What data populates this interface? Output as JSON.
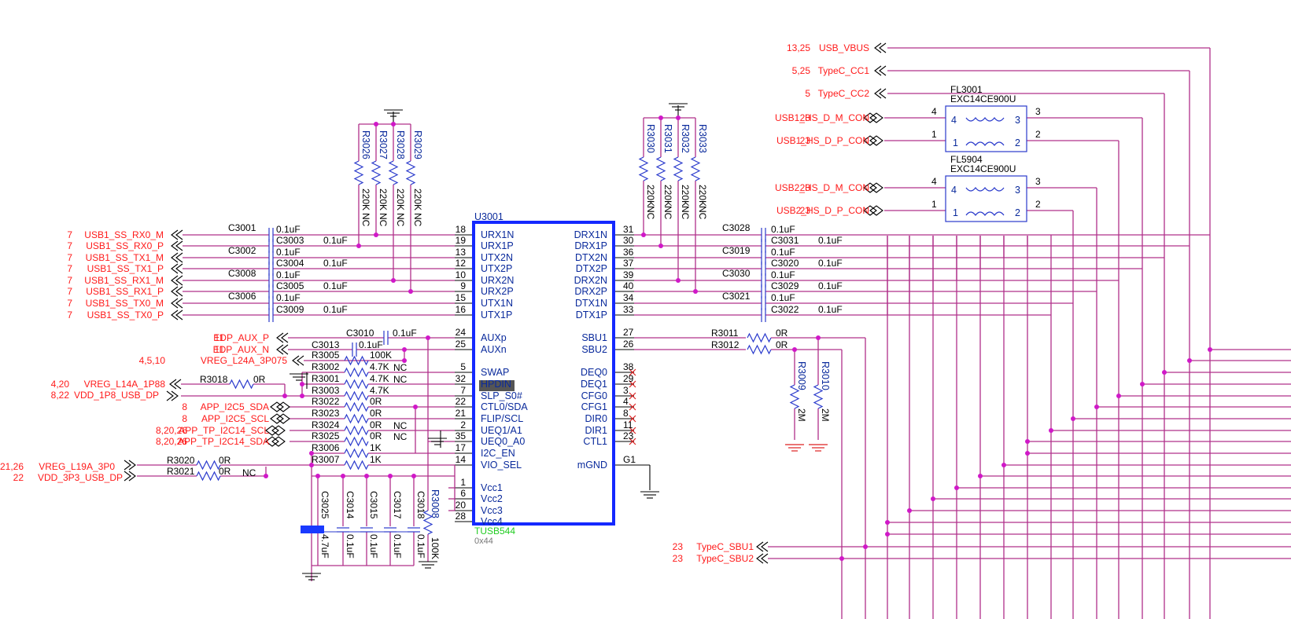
{
  "ic": {
    "ref": "U3001",
    "part": "TUSB544",
    "addr": "0x44",
    "left_pins": [
      {
        "name": "URX1N",
        "num": "18"
      },
      {
        "name": "URX1P",
        "num": "19"
      },
      {
        "name": "UTX2N",
        "num": "13"
      },
      {
        "name": "UTX2P",
        "num": "12"
      },
      {
        "name": "URX2N",
        "num": "10"
      },
      {
        "name": "URX2P",
        "num": "9"
      },
      {
        "name": "UTX1N",
        "num": "15"
      },
      {
        "name": "UTX1P",
        "num": "16"
      },
      {
        "name": "AUXp",
        "num": "24"
      },
      {
        "name": "AUXn",
        "num": "25"
      },
      {
        "name": "SWAP",
        "num": "5"
      },
      {
        "name": "HPDIN",
        "num": "32"
      },
      {
        "name": "SLP_S0#",
        "num": "7"
      },
      {
        "name": "CTL0/SDA",
        "num": "22"
      },
      {
        "name": "FLIP/SCL",
        "num": "21"
      },
      {
        "name": "UEQ1/A1",
        "num": "2"
      },
      {
        "name": "UEQ0_A0",
        "num": "35"
      },
      {
        "name": "I2C_EN",
        "num": "17"
      },
      {
        "name": "VIO_SEL",
        "num": "14"
      },
      {
        "name": "Vcc1",
        "num": "1"
      },
      {
        "name": "Vcc2",
        "num": "6"
      },
      {
        "name": "Vcc3",
        "num": "20"
      },
      {
        "name": "Vcc4",
        "num": "28"
      }
    ],
    "right_pins": [
      {
        "name": "DRX1N",
        "num": "31"
      },
      {
        "name": "DRX1P",
        "num": "30"
      },
      {
        "name": "DTX2N",
        "num": "36"
      },
      {
        "name": "DTX2P",
        "num": "37"
      },
      {
        "name": "DRX2N",
        "num": "39"
      },
      {
        "name": "DRX2P",
        "num": "40"
      },
      {
        "name": "DTX1N",
        "num": "34"
      },
      {
        "name": "DTX1P",
        "num": "33"
      },
      {
        "name": "SBU1",
        "num": "27"
      },
      {
        "name": "SBU2",
        "num": "26"
      },
      {
        "name": "DEQ0",
        "num": "38"
      },
      {
        "name": "DEQ1",
        "num": "29"
      },
      {
        "name": "CFG0",
        "num": "3"
      },
      {
        "name": "CFG1",
        "num": "4"
      },
      {
        "name": "DIR0",
        "num": "8"
      },
      {
        "name": "DIR1",
        "num": "11"
      },
      {
        "name": "CTL1",
        "num": "23"
      },
      {
        "name": "mGND",
        "num": "G1"
      }
    ]
  },
  "left_ports": [
    {
      "page": "7",
      "name": "USB1_SS_RX0_M"
    },
    {
      "page": "7",
      "name": "USB1_SS_RX0_P"
    },
    {
      "page": "7",
      "name": "USB1_SS_TX1_M"
    },
    {
      "page": "7",
      "name": "USB1_SS_TX1_P"
    },
    {
      "page": "7",
      "name": "USB1_SS_RX1_M"
    },
    {
      "page": "7",
      "name": "USB1_SS_RX1_P"
    },
    {
      "page": "7",
      "name": "USB1_SS_TX0_M"
    },
    {
      "page": "7",
      "name": "USB1_SS_TX0_P"
    },
    {
      "page": "11",
      "name": "EDP_AUX_P"
    },
    {
      "page": "11",
      "name": "EDP_AUX_N"
    },
    {
      "page": "4,5,10",
      "name": "VREG_L24A_3P075"
    },
    {
      "page": "4,20",
      "name": "VREG_L14A_1P88"
    },
    {
      "page": "8,22",
      "name": "VDD_1P8_USB_DP"
    },
    {
      "page": "8",
      "name": "APP_I2C5_SDA"
    },
    {
      "page": "8",
      "name": "APP_I2C5_SCL"
    },
    {
      "page": "8,20,26",
      "name": "APP_TP_I2C14_SCL"
    },
    {
      "page": "8,20,26",
      "name": "APP_TP_I2C14_SDA"
    },
    {
      "page": "21,26",
      "name": "VREG_L19A_3P0"
    },
    {
      "page": "22",
      "name": "VDD_3P3_USB_DP"
    }
  ],
  "right_ports": [
    {
      "page": "13,25",
      "name": "USB_VBUS"
    },
    {
      "page": "5,25",
      "name": "TypeC_CC1"
    },
    {
      "page": "5",
      "name": "TypeC_CC2"
    },
    {
      "page": "23",
      "name": "USB1_HS_D_M_CON"
    },
    {
      "page": "23",
      "name": "USB1_HS_D_P_CON"
    },
    {
      "page": "23",
      "name": "USB2_HS_D_M_CON"
    },
    {
      "page": "23",
      "name": "USB2_HS_D_P_CON"
    },
    {
      "page": "23",
      "name": "TypeC_SBU1"
    },
    {
      "page": "23",
      "name": "TypeC_SBU2"
    }
  ],
  "caps_left": [
    {
      "ref": "C3001",
      "val": "0.1uF"
    },
    {
      "ref": "C3003",
      "val": "0.1uF"
    },
    {
      "ref": "C3002",
      "val": "0.1uF"
    },
    {
      "ref": "C3004",
      "val": "0.1uF"
    },
    {
      "ref": "C3008",
      "val": "0.1uF"
    },
    {
      "ref": "C3005",
      "val": "0.1uF"
    },
    {
      "ref": "C3006",
      "val": "0.1uF"
    },
    {
      "ref": "C3009",
      "val": "0.1uF"
    },
    {
      "ref": "C3010",
      "val": "0.1uF"
    },
    {
      "ref": "C3013",
      "val": "0.1uF"
    }
  ],
  "caps_right": [
    {
      "ref": "C3028",
      "val": "0.1uF"
    },
    {
      "ref": "C3031",
      "val": "0.1uF"
    },
    {
      "ref": "C3019",
      "val": "0.1uF"
    },
    {
      "ref": "C3020",
      "val": "0.1uF"
    },
    {
      "ref": "C3030",
      "val": "0.1uF"
    },
    {
      "ref": "C3029",
      "val": "0.1uF"
    },
    {
      "ref": "C3021",
      "val": "0.1uF"
    },
    {
      "ref": "C3022",
      "val": "0.1uF"
    }
  ],
  "pulldowns_left": [
    {
      "ref": "R3026",
      "val": "220K",
      "nc": "NC"
    },
    {
      "ref": "R3027",
      "val": "220K",
      "nc": "NC"
    },
    {
      "ref": "R3028",
      "val": "220K",
      "nc": "NC"
    },
    {
      "ref": "R3029",
      "val": "220K",
      "nc": "NC"
    }
  ],
  "pulldowns_right": [
    {
      "ref": "R3030",
      "val": "220K",
      "nc": "NC"
    },
    {
      "ref": "R3031",
      "val": "220K",
      "nc": "NC"
    },
    {
      "ref": "R3032",
      "val": "220K",
      "nc": "NC"
    },
    {
      "ref": "R3033",
      "val": "220K",
      "nc": "NC"
    }
  ],
  "ctrl_res": [
    {
      "ref": "R3005",
      "val": "100K",
      "nc": ""
    },
    {
      "ref": "R3002",
      "val": "4.7K",
      "nc": "NC"
    },
    {
      "ref": "R3001",
      "val": "4.7K",
      "nc": "NC"
    },
    {
      "ref": "R3003",
      "val": "4.7K",
      "nc": ""
    },
    {
      "ref": "R3022",
      "val": "0R",
      "nc": ""
    },
    {
      "ref": "R3023",
      "val": "0R",
      "nc": ""
    },
    {
      "ref": "R3024",
      "val": "0R",
      "nc": "NC"
    },
    {
      "ref": "R3025",
      "val": "0R",
      "nc": "NC"
    },
    {
      "ref": "R3006",
      "val": "1K",
      "nc": ""
    },
    {
      "ref": "R3007",
      "val": "1K",
      "nc": ""
    }
  ],
  "misc_res": [
    {
      "ref": "R3018",
      "val": "0R"
    },
    {
      "ref": "R3020",
      "val": "0R"
    },
    {
      "ref": "R3021",
      "val": "0R",
      "nc": "NC"
    },
    {
      "ref": "R3011",
      "val": "0R"
    },
    {
      "ref": "R3012",
      "val": "0R"
    },
    {
      "ref": "R3009",
      "val": "2M"
    },
    {
      "ref": "R3010",
      "val": "2M"
    },
    {
      "ref": "R3008",
      "val": "100K"
    }
  ],
  "decaps": [
    {
      "ref": "C3025",
      "val": "4.7uF"
    },
    {
      "ref": "C3014",
      "val": "0.1uF"
    },
    {
      "ref": "C3015",
      "val": "0.1uF"
    },
    {
      "ref": "C3017",
      "val": "0.1uF"
    },
    {
      "ref": "C3018",
      "val": "0.1uF"
    }
  ],
  "filters": [
    {
      "ref": "FL3001",
      "part": "EXC14CE900U",
      "p": [
        "4",
        "3",
        "1",
        "2"
      ]
    },
    {
      "ref": "FL5904",
      "part": "EXC14CE900U",
      "p": [
        "4",
        "3",
        "1",
        "2"
      ]
    }
  ],
  "colors": {
    "wire": "#b0308a",
    "net": "#ff1a1a",
    "pin": "#0a2a9c",
    "ic_border": "#1428ff",
    "part_name": "#22cc22"
  }
}
